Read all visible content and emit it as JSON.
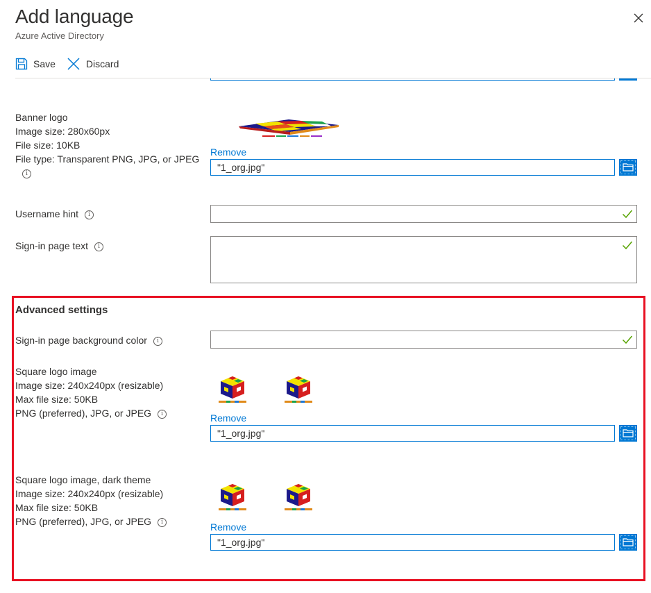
{
  "header": {
    "title": "Add language",
    "subtitle": "Azure Active Directory"
  },
  "toolbar": {
    "save_label": "Save",
    "discard_label": "Discard"
  },
  "banner": {
    "lines": [
      "Banner logo",
      "Image size: 280x60px",
      "File size: 10KB",
      "File type: Transparent PNG, JPG, or JPEG"
    ],
    "remove_label": "Remove",
    "file_value": "\"1_org.jpg\""
  },
  "username_hint": {
    "label": "Username hint",
    "value": ""
  },
  "signin_text": {
    "label": "Sign-in page text",
    "value": ""
  },
  "advanced": {
    "title": "Advanced settings",
    "bg_color": {
      "label": "Sign-in page background color",
      "value": ""
    },
    "square_logo": {
      "lines": [
        "Square logo image",
        "Image size: 240x240px (resizable)",
        "Max file size: 50KB",
        "PNG (preferred), JPG, or JPEG"
      ],
      "remove_label": "Remove",
      "file_value": "\"1_org.jpg\""
    },
    "square_logo_dark": {
      "lines": [
        "Square logo image, dark theme",
        "Image size: 240x240px (resizable)",
        "Max file size: 50KB",
        "PNG (preferred), JPG, or JPEG"
      ],
      "remove_label": "Remove",
      "file_value": "\"1_org.jpg\""
    }
  },
  "colors": {
    "accent": "#0078d4",
    "highlight": "#e81123",
    "valid": "#57a300"
  },
  "icons": [
    "close-icon",
    "save-icon",
    "discard-icon",
    "info-icon",
    "checkmark-icon",
    "folder-icon"
  ]
}
